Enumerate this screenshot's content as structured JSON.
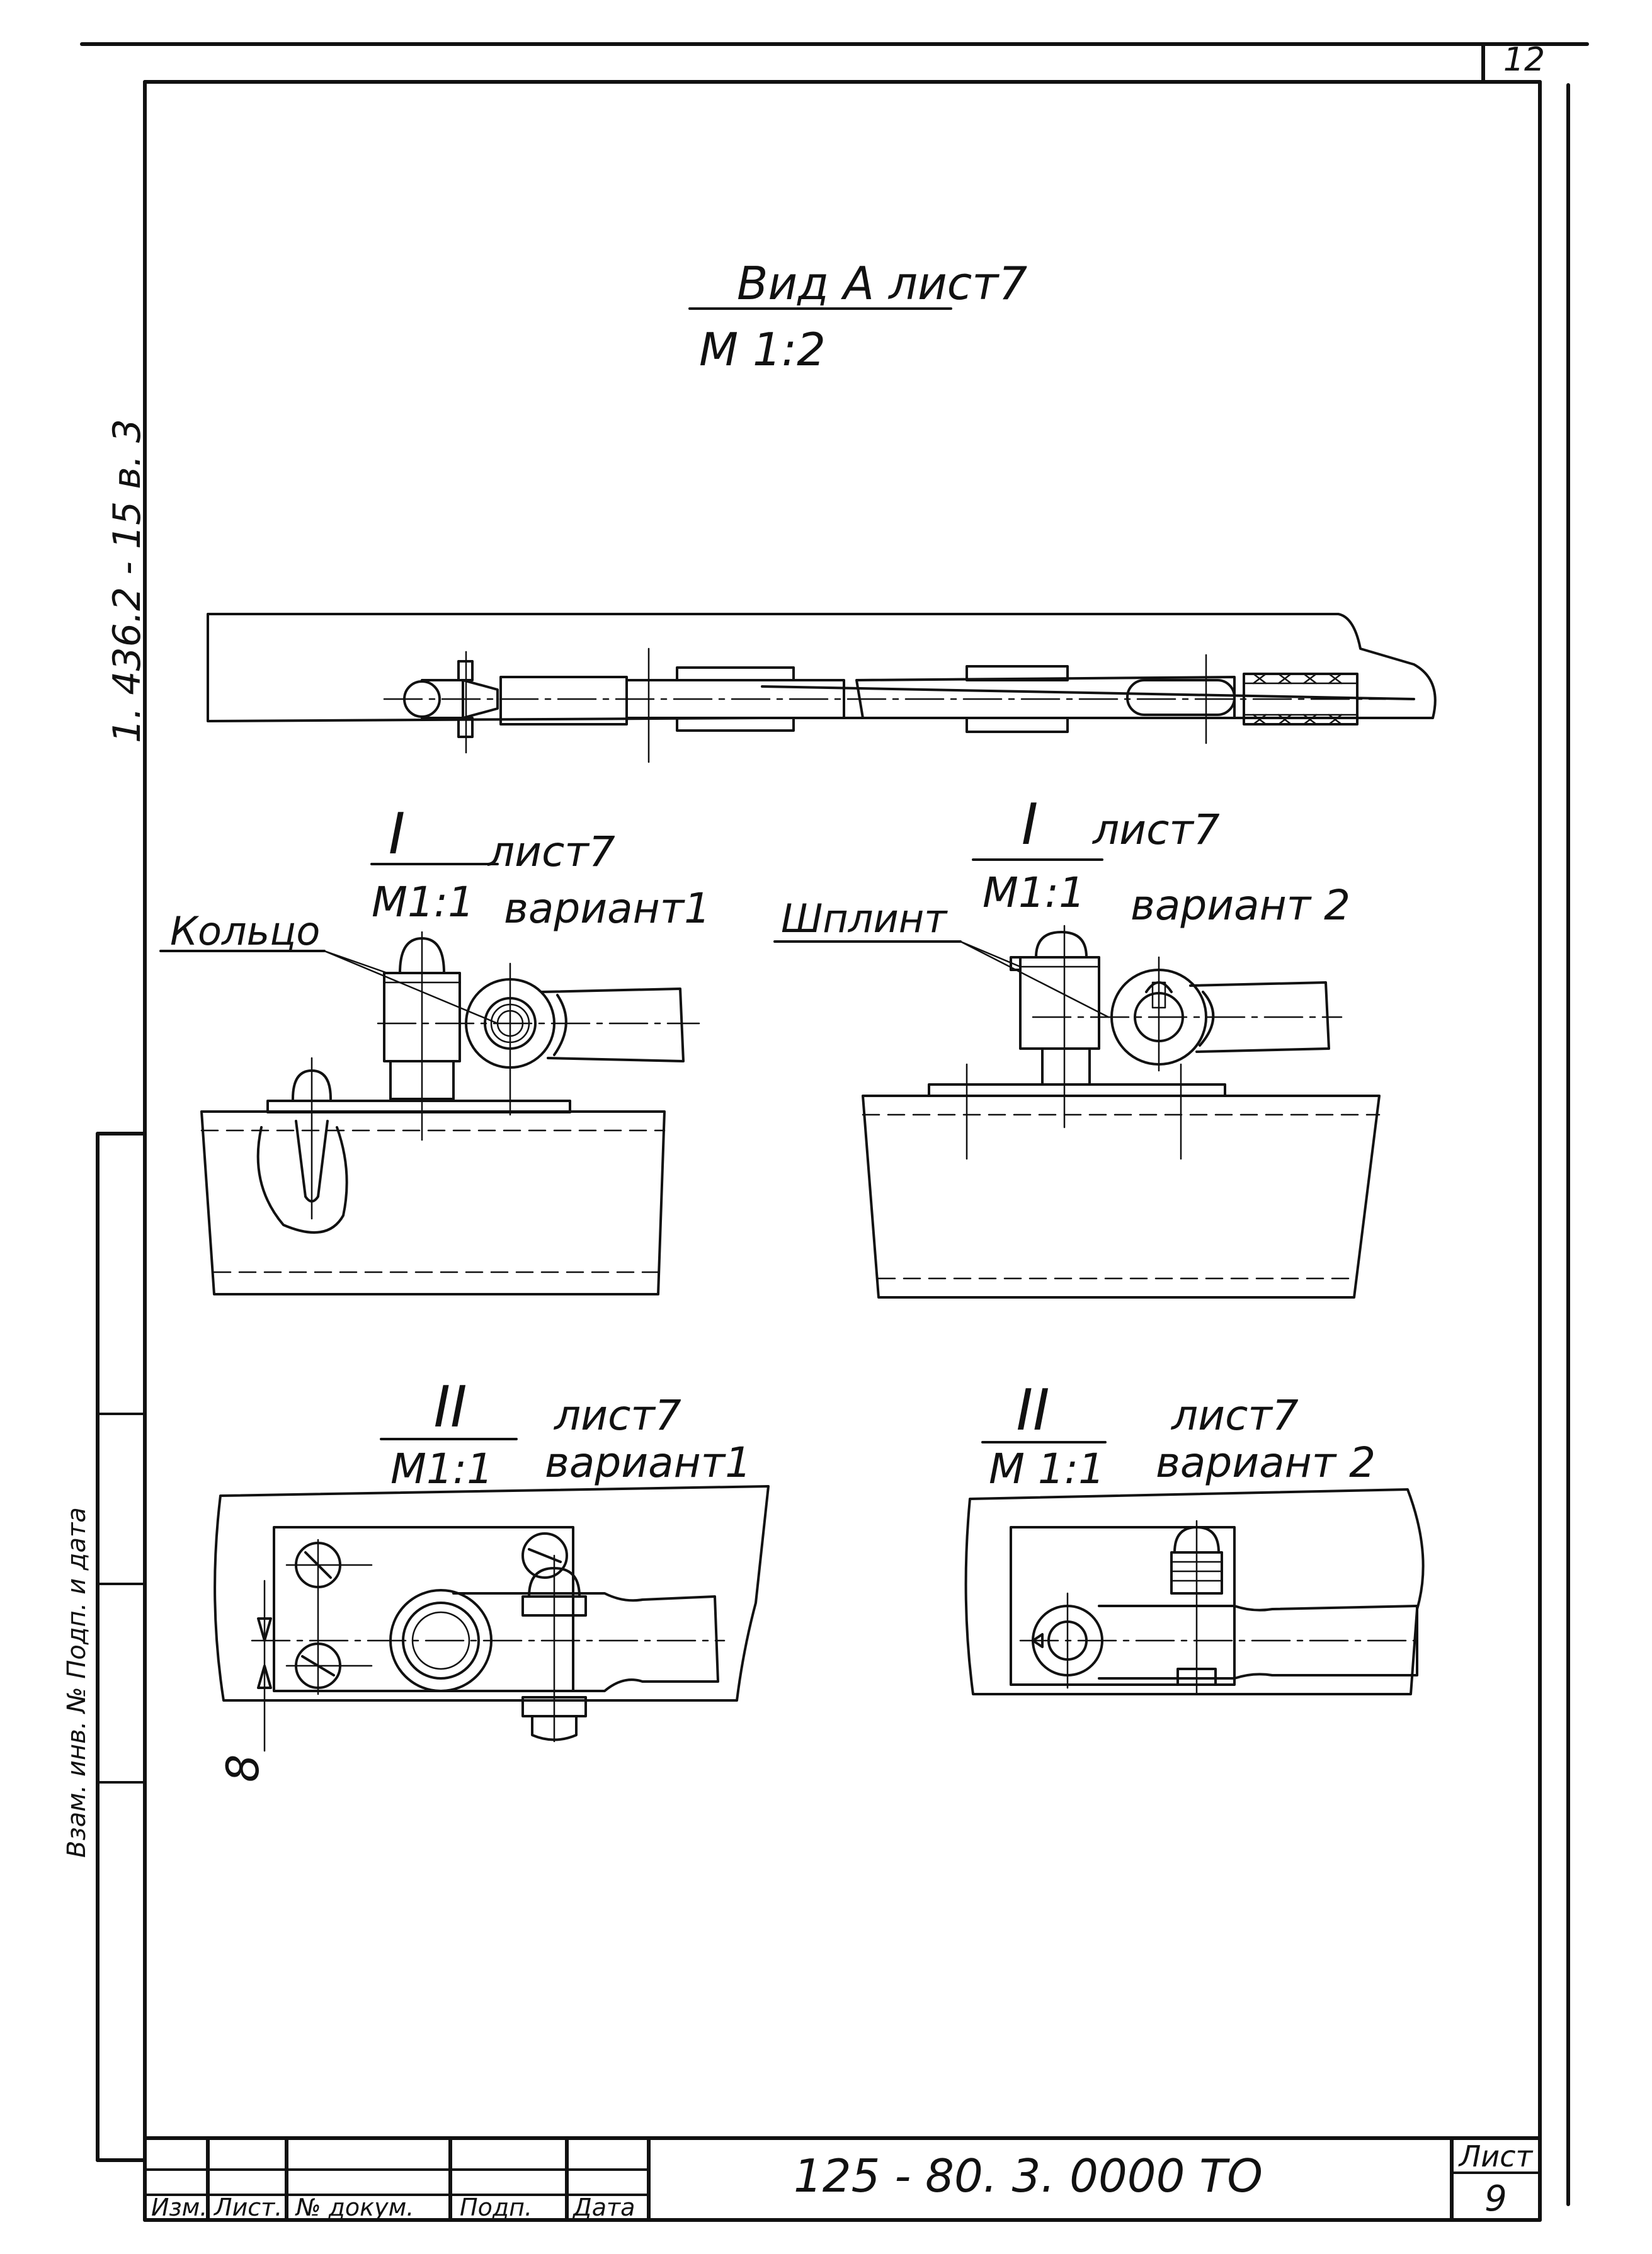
{
  "sheet_number_top": "12",
  "side_code": "1. 436.2 - 15   в. 3",
  "binding_strip_text": "Взам. инв. №   Подп. и дата",
  "view_a": {
    "title": "Вид А лист7",
    "scale": "М 1:2"
  },
  "detail_1_var1": {
    "roman": "I",
    "sheet": "лист7",
    "scale": "М1:1",
    "variant": "вариант1",
    "callout": "Кольцо"
  },
  "detail_1_var2": {
    "roman": "I",
    "sheet": "лист7",
    "scale": "М1:1",
    "variant": "вариант 2",
    "callout": "Шплинт"
  },
  "detail_2_var1": {
    "roman": "II",
    "sheet": "лист7",
    "scale": "М1:1",
    "variant": "вариант1",
    "dimension": "8"
  },
  "detail_2_var2": {
    "roman": "II",
    "sheet": "лист7",
    "scale": "М 1:1",
    "variant": "вариант 2"
  },
  "title_block": {
    "designation": "125 - 80. 3. 0000 ТО",
    "columns": [
      "Изм.",
      "Лист.",
      "№ докум.",
      "Подп.",
      "Дата"
    ],
    "sheet_label": "Лист",
    "sheet_value": "9"
  }
}
